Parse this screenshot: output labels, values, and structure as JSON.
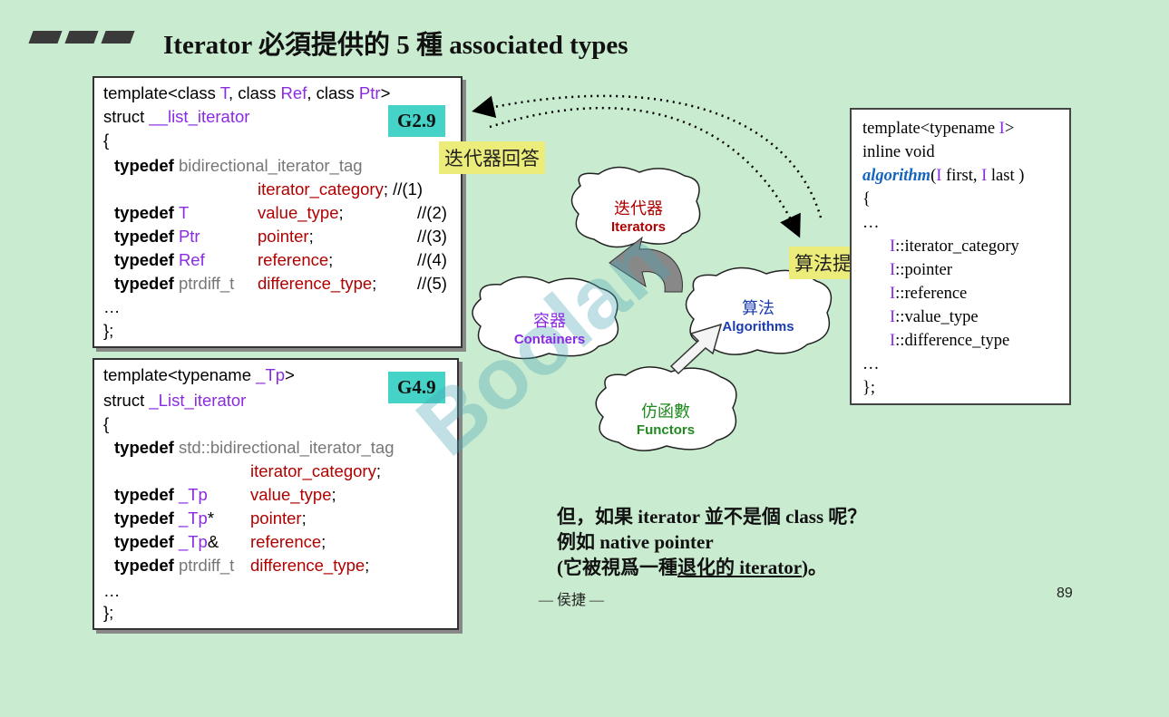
{
  "title": "Iterator 必須提供的 5 種 associated types",
  "box_g29": {
    "tag": "G2.9",
    "lines": {
      "l1a": "template<class ",
      "l1b": "T",
      "l1c": ", class ",
      "l1d": "Ref",
      "l1e": ", class ",
      "l1f": "Ptr",
      "l1g": ">",
      "l2a": "struct ",
      "l2b": "__list_iterator",
      "l3": "{",
      "l4a": "typedef ",
      "l4b": "bidirectional_iterator_tag",
      "l5a": "iterator_category",
      "l5b": "; //(1)",
      "l6a": "typedef ",
      "l6b": "T",
      "l6c": "value_type",
      "l6d": ";",
      "l6e": "//(2)",
      "l7a": "typedef ",
      "l7b": "Ptr",
      "l7c": "pointer",
      "l7d": ";",
      "l7e": "//(3)",
      "l8a": "typedef ",
      "l8b": "Ref",
      "l8c": "reference",
      "l8d": ";",
      "l8e": "//(4)",
      "l9a": "typedef ",
      "l9b": "ptrdiff_t",
      "l9c": "difference_type",
      "l9d": ";",
      "l9e": "//(5)",
      "l10": "…",
      "l11": "};"
    }
  },
  "box_g49": {
    "tag": "G4.9",
    "lines": {
      "l1a": "template<typename ",
      "l1b": "_Tp",
      "l1c": ">",
      "l2a": "struct ",
      "l2b": "_List_iterator",
      "l3": "{",
      "l4a": "typedef ",
      "l4b": "std::bidirectional_iterator_tag",
      "l5a": "iterator_category",
      "l5b": ";",
      "l6a": "typedef ",
      "l6b": "_Tp",
      "l6c": "value_type",
      "l6d": ";",
      "l7a": "typedef ",
      "l7b": "_Tp",
      "l7b2": "*",
      "l7c": "pointer",
      "l7d": ";",
      "l8a": "typedef ",
      "l8b": "_Tp",
      "l8b2": "&",
      "l8c": "reference",
      "l8d": ";",
      "l9a": "typedef ",
      "l9b": "ptrdiff_t",
      "l9c": "difference_type",
      "l9d": ";",
      "l10": "…",
      "l11": "};"
    }
  },
  "right_box": {
    "l1a": "template<typename ",
    "l1b": "I",
    "l1c": ">",
    "l2": "inline void",
    "l3a": "algorithm",
    "l3b": "(",
    "l3c": "I",
    "l3d": " first, ",
    "l3e": "I",
    "l3f": " last )",
    "l4": "{",
    "l5": "…",
    "l6a": "I",
    "l6b": "::iterator_category",
    "l7a": "I",
    "l7b": "::pointer",
    "l8a": "I",
    "l8b": "::reference",
    "l9a": "I",
    "l9b": "::value_type",
    "l10a": "I",
    "l10b": "::difference_type",
    "l11": "…",
    "l12": "};"
  },
  "labels": {
    "iterator_answer": "迭代器回答",
    "algorithm_asks": "算法提問"
  },
  "clouds": {
    "iterators": {
      "cn": "迭代器",
      "en": "Iterators"
    },
    "containers": {
      "cn": "容器",
      "en": "Containers"
    },
    "algorithms": {
      "cn": "算法",
      "en": "Algorithms"
    },
    "functors": {
      "cn": "仿函數",
      "en": "Functors"
    }
  },
  "bottom": {
    "line1": "但，如果 iterator 並不是個 class 呢？",
    "line2": "例如 native pointer",
    "line3a": "(它被視爲一種",
    "line3b": "退化的 iterator",
    "line3c": ")。"
  },
  "author": "— 侯捷 —",
  "page_number": "89",
  "colors": {
    "background": "#c9ebcf",
    "tag": "#44d3c6",
    "label_yellow": "#ecec7a",
    "type_purple": "#8a2be2",
    "member_red": "#b00000",
    "algorithm_blue": "#1565c0"
  }
}
